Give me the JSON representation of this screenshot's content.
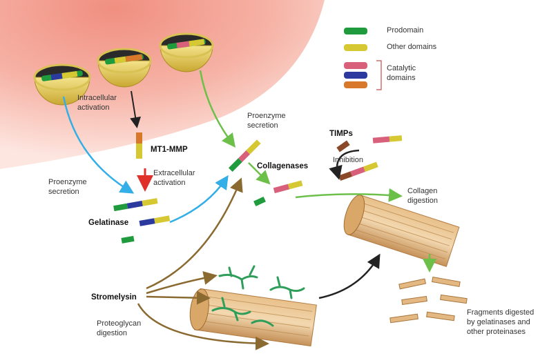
{
  "legend": {
    "prodomain": "Prodomain",
    "other_domains": "Other domains",
    "catalytic_line1": "Catalytic",
    "catalytic_line2": "domains"
  },
  "labels": {
    "intracellular_line1": "Intracellular",
    "intracellular_line2": "activation",
    "mt1mmp": "MT1-MMP",
    "extracellular_line1": "Extracellular",
    "extracellular_line2": "activation",
    "proenzyme_left_line1": "Proenzyme",
    "proenzyme_left_line2": "secretion",
    "gelatinase": "Gelatinase",
    "proenzyme_mid_line1": "Proenzyme",
    "proenzyme_mid_line2": "secretion",
    "collagenases": "Collagenases",
    "timps": "TIMPs",
    "inhibition": "Inhibition",
    "collagen_line1": "Collagen",
    "collagen_line2": "digestion",
    "stromelysin": "Stromelysin",
    "proteoglycan_line1": "Proteoglycan",
    "proteoglycan_line2": "digestion",
    "fragments_line1": "Fragments digested",
    "fragments_line2": "by gelatinases and",
    "fragments_line3": "other proteinases"
  },
  "colors": {
    "prodomain": "#1f9a3c",
    "other": "#d6c832",
    "catalytic_pink": "#d9607a",
    "catalytic_blue": "#2c3aa0",
    "catalytic_orange": "#d8782a",
    "arrow_black": "#222222",
    "arrow_blue": "#33aee6",
    "arrow_green": "#6cc04a",
    "arrow_red": "#e0302a",
    "arrow_brown": "#8a6a30",
    "cell": "#f6b8ac"
  }
}
